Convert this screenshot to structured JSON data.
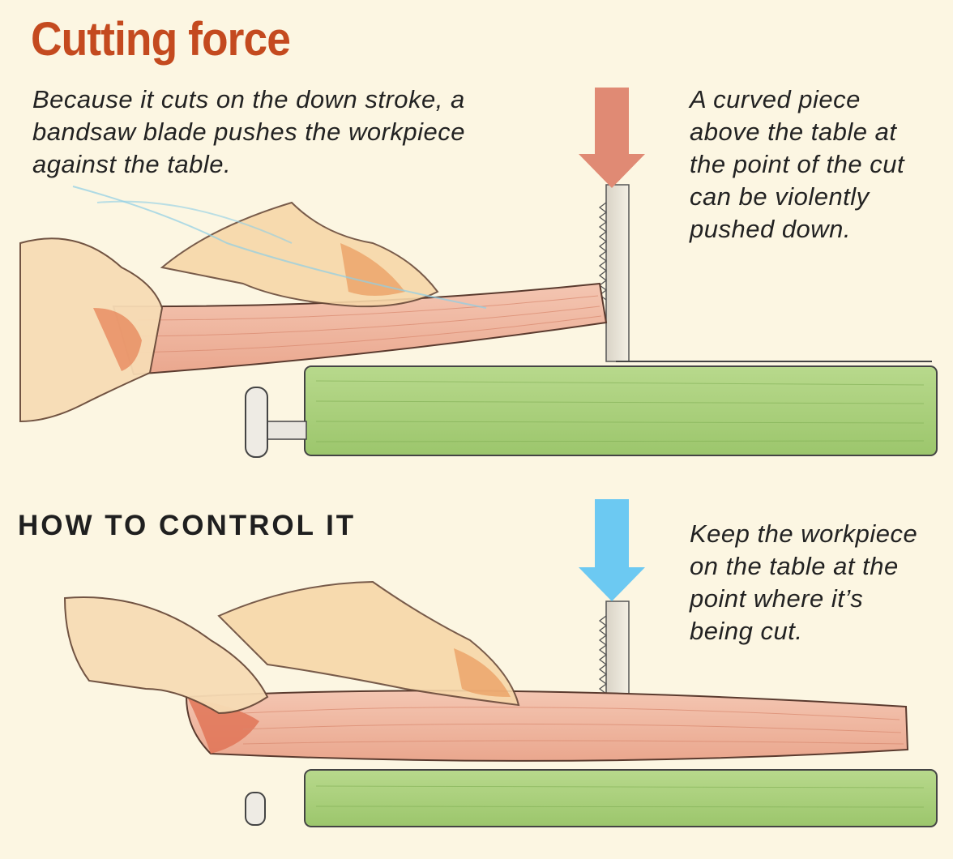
{
  "title": "Cutting force",
  "note_top": "Because it cuts on the down stroke, a bandsaw blade pushes the workpiece against the table.",
  "note_right_top": "A curved piece above the table at the point of the cut can be violently pushed down.",
  "subtitle": "HOW TO CONTROL IT",
  "note_right_bottom": "Keep the workpiece on the table at the point where it’s being cut.",
  "colors": {
    "title": "#c44a1f",
    "arrow_top": "#e08a74",
    "arrow_bottom": "#6cc9f2",
    "table": "#a8cf7a",
    "workpiece": "#f0b9a4",
    "background": "#fcf6e2"
  }
}
